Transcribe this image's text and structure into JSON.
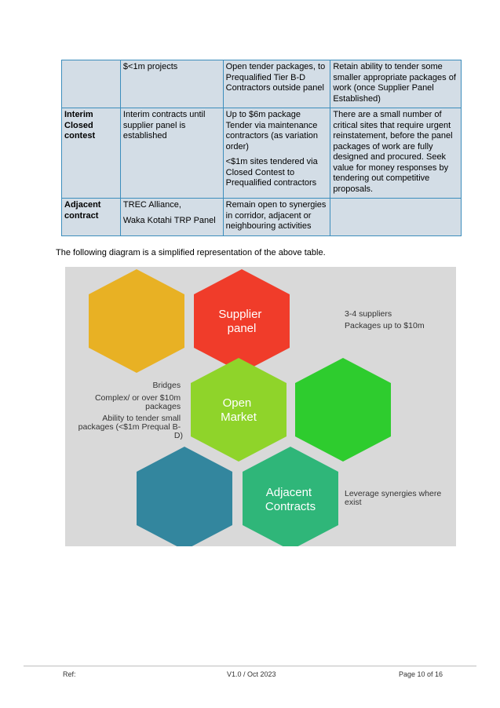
{
  "table": {
    "rows": [
      {
        "heading": "",
        "cells": [
          [
            "$<1m projects"
          ],
          [
            "Open tender packages, to Prequalified Tier B-D Contractors outside panel"
          ],
          [
            "Retain ability to tender some smaller appropriate packages of work (once Supplier Panel Established)"
          ]
        ]
      },
      {
        "heading": "Interim Closed contest",
        "cells": [
          [
            "Interim contracts until supplier panel is established"
          ],
          [
            "Up to $6m package Tender via maintenance contractors (as variation order)",
            "<$1m sites tendered via Closed Contest to Prequalified contractors"
          ],
          [
            "There are a small number of critical sites that require urgent reinstatement, before the panel packages of work are fully designed and procured.  Seek value for money responses by tendering out competitive proposals."
          ]
        ]
      },
      {
        "heading": "Adjacent contract",
        "cells": [
          [
            "TREC Alliance,",
            "Waka Kotahi TRP Panel"
          ],
          [
            "Remain open to synergies in corridor, adjacent or neighbouring activities"
          ],
          [
            ""
          ]
        ]
      }
    ]
  },
  "caption": "The following diagram is a simplified representation of the above table.",
  "diagram": {
    "colors": {
      "background": "#d9d9d9",
      "hex_top_left": "#e8b124",
      "hex_supplier": "#f03c2a",
      "hex_open": "#8fd42a",
      "hex_right": "#2ecc2e",
      "hex_bottom_left": "#33869e",
      "hex_adjacent": "#2fb679"
    },
    "hex_labels": {
      "supplier_panel": [
        "Supplier",
        "panel"
      ],
      "open_market": [
        "Open",
        "Market"
      ],
      "adjacent_contracts": [
        "Adjacent",
        "Contracts"
      ]
    },
    "notes": {
      "supplier": [
        "3-4 suppliers",
        "Packages up to $10m"
      ],
      "left": [
        "Bridges",
        "Complex/ or over $10m",
        "packages",
        "Ability to tender small",
        "packages (<$1m Prequal B-",
        "D)"
      ],
      "adjacent": [
        "Leverage synergies where",
        "exist"
      ]
    }
  },
  "footer": {
    "ref": "Ref:",
    "version": "V1.0 / Oct 2023",
    "page": "Page 10 of 16"
  }
}
